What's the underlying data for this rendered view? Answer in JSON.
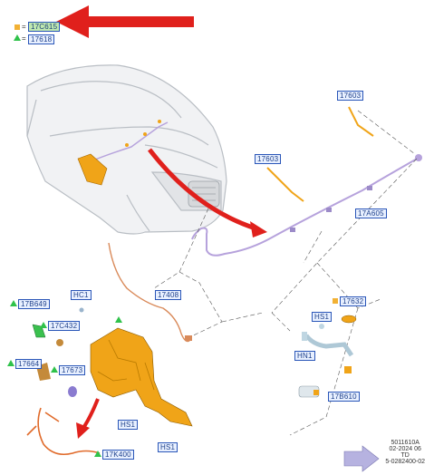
{
  "legend": {
    "item1": {
      "marker": "square",
      "eq": "=",
      "code": "17C615"
    },
    "item2": {
      "marker": "triangle",
      "eq": "=",
      "code": "17618"
    }
  },
  "labels": {
    "l17603a": "17603",
    "l17603b": "17603",
    "l17A605": "17A605",
    "l17408": "17408",
    "lHC1": "HC1",
    "l17B649": "17B649",
    "l17C432": "17C432",
    "l17664": "17664",
    "l17673": "17673",
    "lHS1a": "HS1",
    "lHS1b": "HS1",
    "lHS1c": "HS1",
    "l17K400": "17K400",
    "l17632": "17632",
    "lHN1": "HN1",
    "l17B610": "17B610"
  },
  "footer": {
    "line1": "5011610A",
    "line2": "02-2024 06",
    "line3": "TD",
    "line4": "5-0282400-02"
  },
  "colors": {
    "accent_arrow": "#e0201c",
    "part_orange": "#f0a418",
    "hose_purple": "#b6a2dc",
    "legend_green": "#2fc24a",
    "legend_square": "#f2b134"
  }
}
